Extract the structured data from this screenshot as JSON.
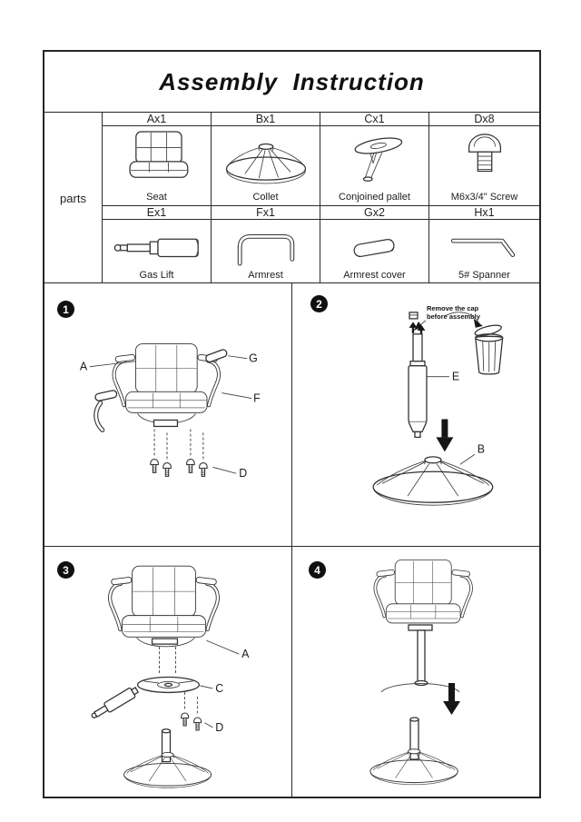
{
  "title": "Assembly  Instruction",
  "parts": {
    "label": "parts",
    "items": [
      {
        "code": "Ax1",
        "name": "Seat"
      },
      {
        "code": "Bx1",
        "name": "Collet"
      },
      {
        "code": "Cx1",
        "name": "Conjoined pallet"
      },
      {
        "code": "Dx8",
        "name": "M6x3/4\" Screw"
      },
      {
        "code": "Ex1",
        "name": "Gas Lift"
      },
      {
        "code": "Fx1",
        "name": "Armrest"
      },
      {
        "code": "Gx2",
        "name": "Armrest cover"
      },
      {
        "code": "Hx1",
        "name": "5# Spanner"
      }
    ]
  },
  "steps": {
    "one": {
      "num": "1",
      "label_a": "A",
      "label_g": "G",
      "label_f": "F",
      "label_d": "D"
    },
    "two": {
      "num": "2",
      "note1": "Remove the cap",
      "note2": "before assembly",
      "label_e": "E",
      "label_b": "B"
    },
    "three": {
      "num": "3",
      "label_a": "A",
      "label_c": "C",
      "label_d": "D"
    },
    "four": {
      "num": "4"
    }
  }
}
